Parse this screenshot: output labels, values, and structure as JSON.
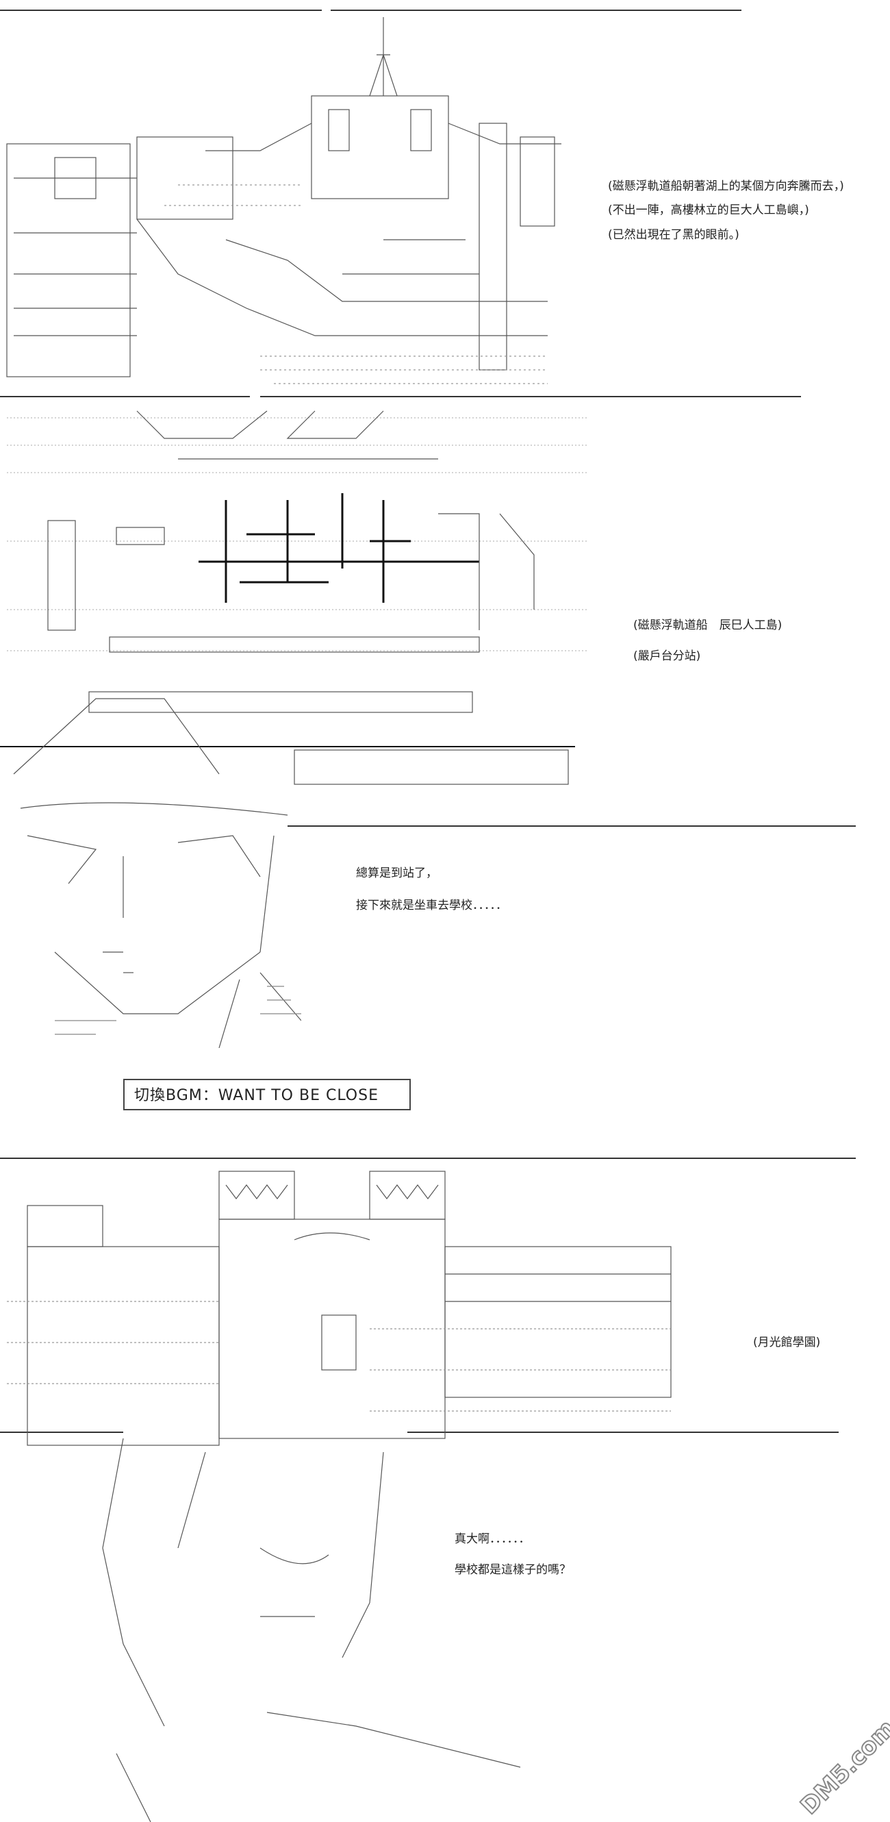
{
  "panel1": {
    "narration": [
      "(磁懸浮軌道船朝著湖上的某個方向奔騰而去，)",
      "(不出一陣，高樓林立的巨大人工島嶼，)",
      "(已然出現在了黑的眼前。)"
    ]
  },
  "panel2": {
    "caption": [
      "(磁懸浮軌道船　辰巳人工島)",
      "(嚴戶台分站)"
    ]
  },
  "panel3": {
    "dialogue": [
      "總算是到站了，",
      "接下來就是坐車去學校．．．．．"
    ],
    "bgm_label": "切換BGM：WANT TO BE CLOSE"
  },
  "panel4": {
    "caption": "(月光館學園)",
    "dialogue": [
      "真大啊．．．．．．",
      "學校都是這樣子的嗎？"
    ]
  },
  "watermark": "DM5.com"
}
